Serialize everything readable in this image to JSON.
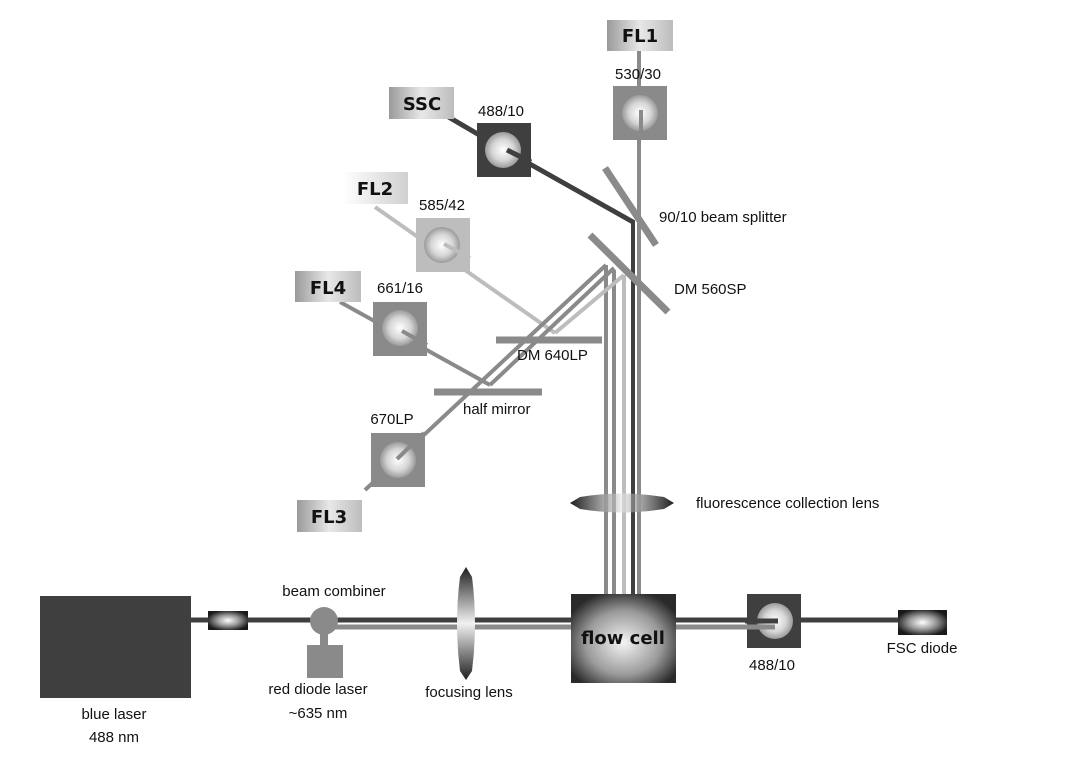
{
  "title": "Flow cytometer optical layout",
  "detectors": {
    "fl1": "FL1",
    "ssc": "SSC",
    "fl2": "FL2",
    "fl4": "FL4",
    "fl3": "FL3"
  },
  "filters": {
    "fl1": "530/30",
    "ssc": "488/10",
    "fl2": "585/42",
    "fl4": "661/16",
    "fl3": "670LP",
    "fsc": "488/10"
  },
  "optics": {
    "beam_splitter": "90/10 beam splitter",
    "dm560": "DM 560SP",
    "dm640": "DM 640LP",
    "half_mirror": "half mirror",
    "collection_lens": "fluorescence collection lens",
    "beam_combiner": "beam combiner",
    "focusing_lens": "focusing lens",
    "flow_cell": "flow cell",
    "fsc_diode": "FSC diode"
  },
  "sources": {
    "blue_laser_line1": "blue laser",
    "blue_laser_line2": "488 nm",
    "red_laser_line1": "red diode laser",
    "red_laser_line2": "~635 nm"
  },
  "colors": {
    "dark": "#3f3f3f",
    "mid": "#8a8a8a",
    "light": "#bdbdbd"
  }
}
